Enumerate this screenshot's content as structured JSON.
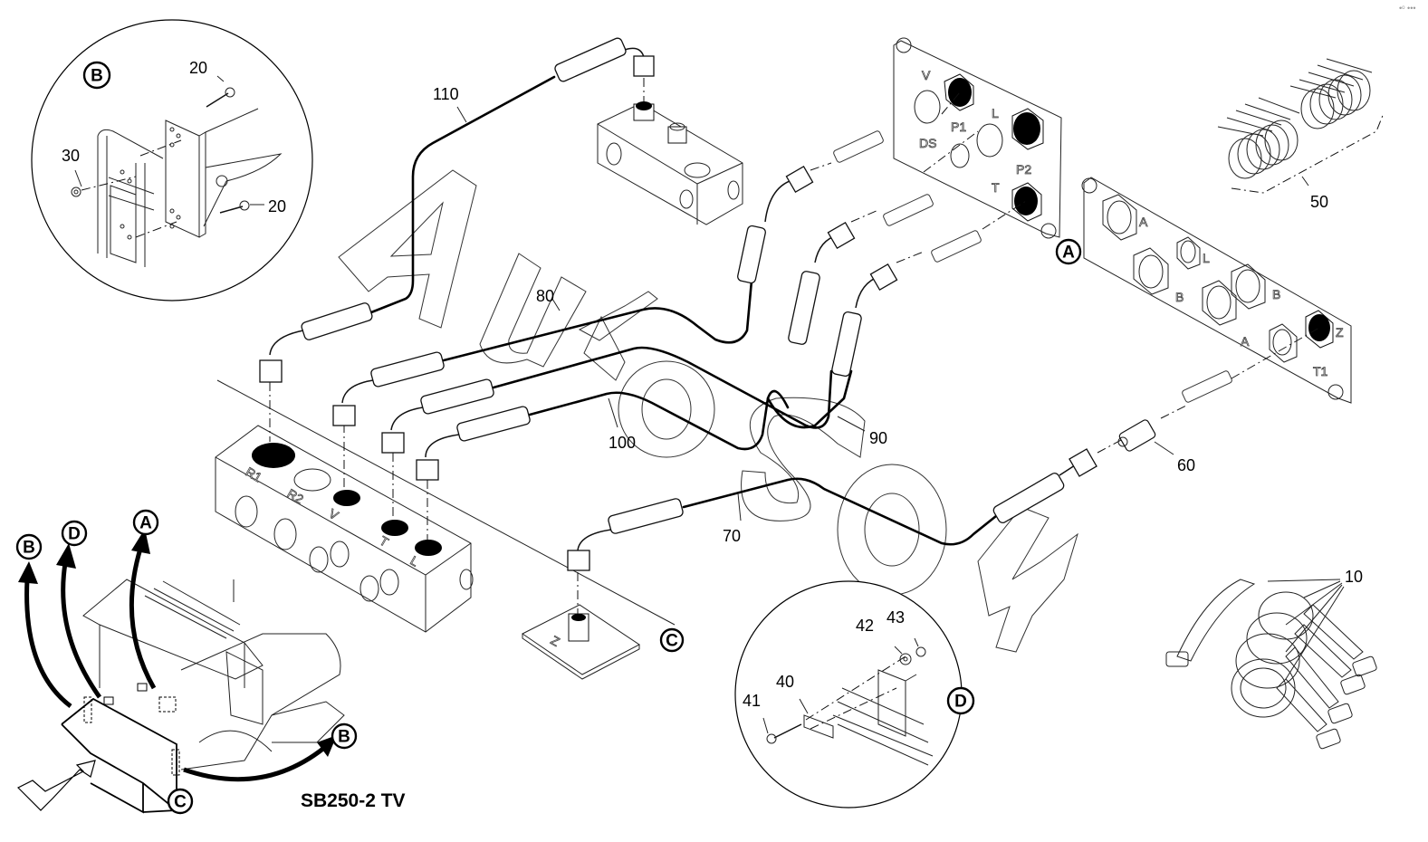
{
  "diagram": {
    "model_label": "SB250-2 TV",
    "watermark": "AutoSoft",
    "corner_mark": "•ᵒ •••",
    "part_numbers": {
      "p10": "10",
      "p20a": "20",
      "p20b": "20",
      "p30": "30",
      "p40": "40",
      "p41": "41",
      "p42": "42",
      "p43": "43",
      "p50": "50",
      "p60": "60",
      "p70": "70",
      "p80": "80",
      "p90": "90",
      "p100": "100",
      "p110": "110"
    },
    "callouts": {
      "detail_b": "B",
      "detail_d": "D",
      "panel_a": "A",
      "plate_c": "C",
      "machine_b_left": "B",
      "machine_d": "D",
      "machine_a": "A",
      "machine_b_right": "B",
      "machine_c": "C"
    },
    "panel_upper_ports": [
      "V",
      "P1",
      "L",
      "DS",
      "P2",
      "T"
    ],
    "panel_lower_ports": [
      "A",
      "L",
      "B",
      "B",
      "A",
      "Z",
      "T1"
    ],
    "manifold_ports": [
      "R1",
      "R2",
      "V",
      "T",
      "L"
    ],
    "plate_port": "Z"
  }
}
